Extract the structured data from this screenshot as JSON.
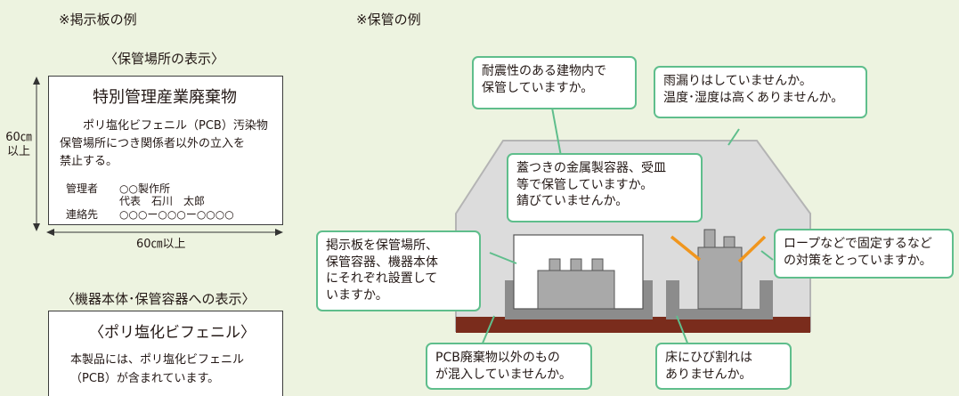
{
  "left_heading": "※掲示板の例",
  "right_heading": "※保管の例",
  "sign1": {
    "caption": "〈保管場所の表示〉",
    "title": "特別管理産業廃棄物",
    "body": [
      "ポリ塩化ビフェニル（PCB）汚染物",
      "保管場所につき関係者以外の立入を",
      "禁止する。"
    ],
    "manager_label": "管理者",
    "manager_company": "○○製作所",
    "manager_person": "代表　石川　太郎",
    "contact_label": "連絡先",
    "contact_value": "○○○ー○○○ー○○○○",
    "height_label": [
      "60㎝",
      "以上"
    ],
    "width_label": "60㎝以上"
  },
  "sign2": {
    "caption": "〈機器本体･保管容器への表示〉",
    "title": "〈ポリ塩化ビフェニル〉",
    "body": [
      "本製品には、ポリ塩化ビフェニル",
      "（PCB）が含まれています。"
    ]
  },
  "bubbles": {
    "earthquake": "耐震性のある建物内で\n保管していますか。",
    "rain": "雨漏りはしていませんか。\n温度･湿度は高くありませんか。",
    "container": "蓋つきの金属製容器、受皿\n等で保管していますか。\n錆びていませんか。",
    "sign_placement": "掲示板を保管場所、\n保管容器、機器本体\nにそれぞれ設置して\nいますか。",
    "rope": "ロープなどで固定するなど\nの対策をとっていますか。",
    "mixing": "PCB廃棄物以外のもの\nが混入していませんか。",
    "floor": "床にひび割れは\nありませんか。"
  },
  "colors": {
    "background": "#edf3e0",
    "bubble_border": "#5fbe8c",
    "house_fill": "#dcdcdc",
    "house_stroke": "#b4b4b4",
    "floor": "#7a2c1c",
    "rope": "#f0961e",
    "equipment": "#a9a9a9"
  }
}
